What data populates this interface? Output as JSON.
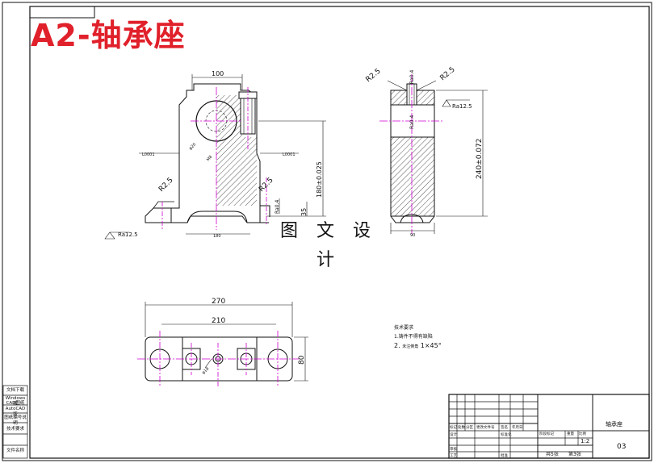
{
  "title": "A2-轴承座",
  "watermark": "图 文 设 计",
  "front_view": {
    "dim_top": "100",
    "dim_height": "180±0.025",
    "dim_base": "180",
    "dim_35": "35",
    "roughness_left": "R2.5",
    "roughness_right": "R2.5",
    "ra_base": "Ra12.5",
    "ra_04": "Ra0.4",
    "section_left": "L0001",
    "section_right": "L0001",
    "bolt_note": "φ20",
    "hole_note": "M8"
  },
  "side_view": {
    "r_left": "R2.5",
    "r_right": "R2.5",
    "ra_top": "Ra0.4",
    "ra_mid": "Ra0.4",
    "ra_right": "Ra12.5",
    "dim_height": "240±0.072",
    "dim_base": "90"
  },
  "top_view": {
    "dim_overall": "270",
    "dim_holes": "210",
    "dim_width": "80",
    "hole_note": "φ18"
  },
  "tech_notes": {
    "heading": "技术要求",
    "line1": "1.铸件不得有缺陷",
    "line2_prefix": "2.",
    "line2_small": "未注倒角",
    "line2_tail": "1×45°"
  },
  "side_panel": {
    "cell1": "文档下载",
    "cell2": "Windows版",
    "cell3": "CAD图纸",
    "cell4": "AutoCAD版",
    "cell5": "图纸编号说明",
    "cell6": "技术要求",
    "cell7": "文件名称"
  },
  "title_block": {
    "part_name": "轴承座",
    "scale": "1:2",
    "drawing_no": "03",
    "headers": [
      "标记",
      "处数",
      "分区",
      "更改文件号",
      "签名",
      "年月日"
    ],
    "rows": [
      "设计",
      "审核",
      "工艺"
    ],
    "col_labels": [
      "阶段标记",
      "重量",
      "比例"
    ],
    "sheets_total": "共5张",
    "sheet_no": "第3张",
    "std": "标准化",
    "approve": "批准"
  }
}
